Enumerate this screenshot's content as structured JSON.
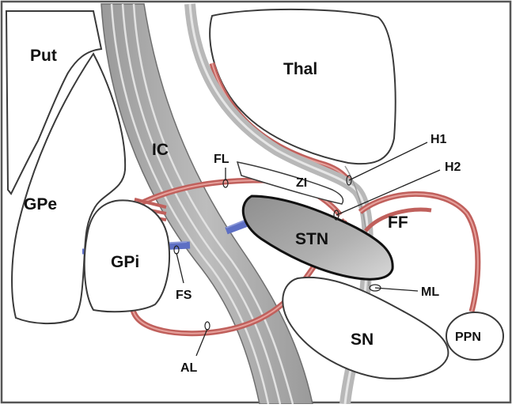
{
  "structures": {
    "put": "Put",
    "gpe": "GPe",
    "gpi": "GPi",
    "thal": "Thal",
    "ic": "IC",
    "stn": "STN",
    "sn": "SN",
    "ppn": "PPN",
    "zi": "ZI"
  },
  "tracts": {
    "fl": "FL",
    "h1": "H1",
    "h2": "H2",
    "ff": "FF",
    "fs": "FS",
    "ml": "ML",
    "al": "AL"
  },
  "colors": {
    "pathway_red": "#d9807b",
    "pathway_red_dark": "#c0605c",
    "pathway_blue": "#5d6fc4",
    "capsule_gray": "#a9a9a9",
    "stn_fill": "#a7a7a7",
    "outline": "#3a3a3a"
  }
}
